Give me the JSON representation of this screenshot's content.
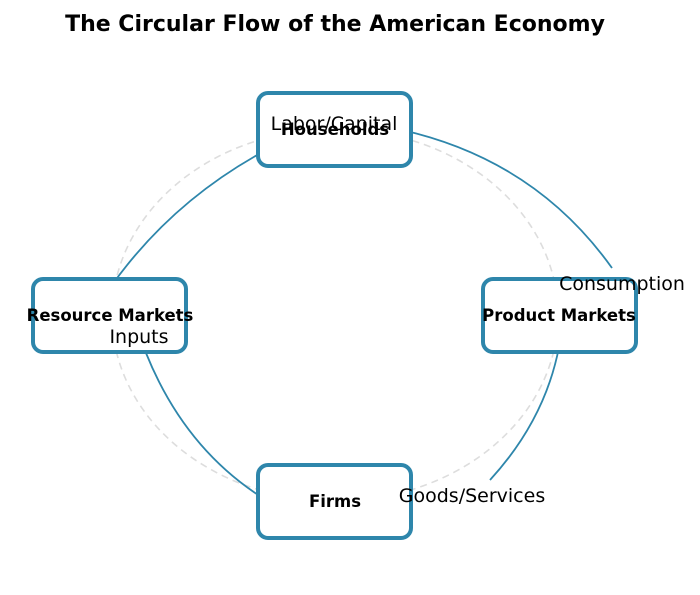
{
  "title": "The Circular Flow of the American Economy",
  "nodes": {
    "households": "Households",
    "product_markets": "Product Markets",
    "firms": "Firms",
    "resource_markets": "Resource Markets"
  },
  "flows": {
    "labor_capital": "Labor/Capital",
    "consumption": "Consumption",
    "goods_services": "Goods/Services",
    "inputs": "Inputs"
  },
  "colors": {
    "accent": "#2e86ab",
    "guide": "#dddddd"
  }
}
